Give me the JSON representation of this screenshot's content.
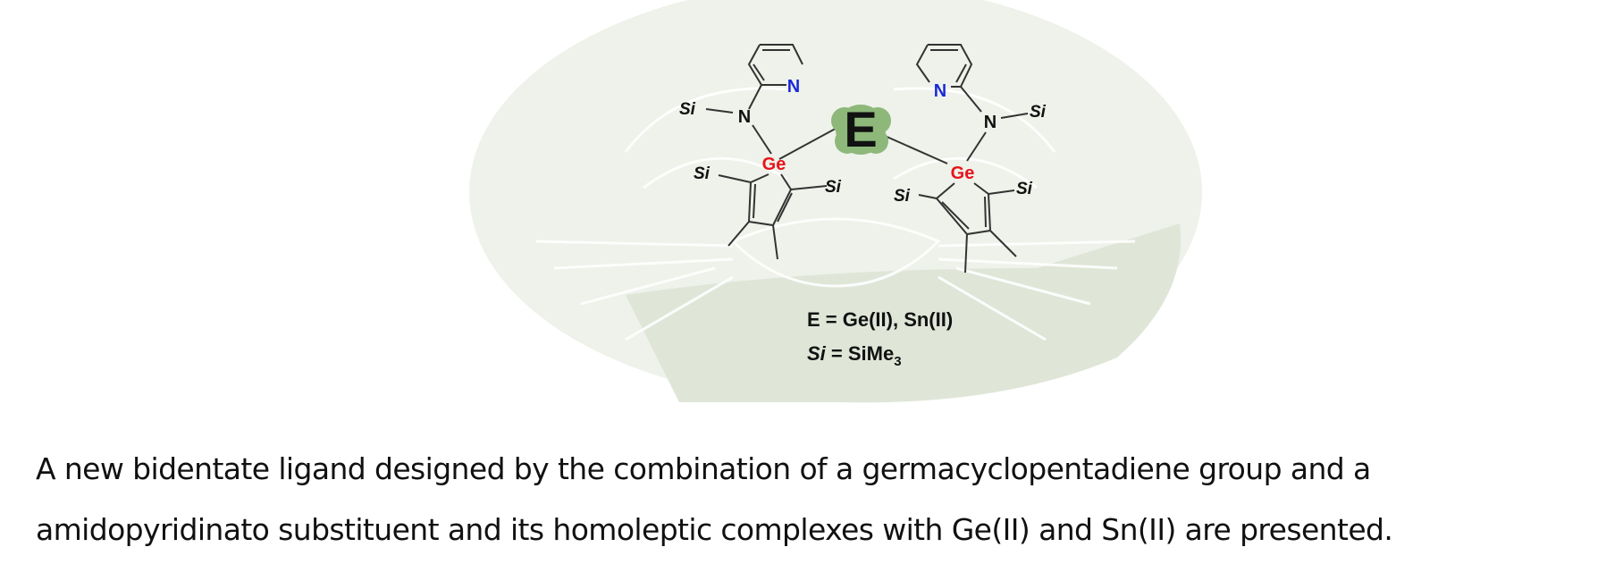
{
  "figure": {
    "atoms": {
      "si": "Si",
      "n": "N",
      "ge": "Ge",
      "e": "E"
    },
    "legend": {
      "line1": "E = Ge(II), Sn(II)",
      "line2_label": "Si",
      "line2_rest": " = SiMe",
      "line2_sub": "3"
    },
    "colors": {
      "background_ellipse": "#eef2ea",
      "shadow": "#dfe6d8",
      "ge": "#e8141c",
      "n_pyridine": "#1a2ad8",
      "e_cloud": "#8db87a"
    }
  },
  "caption": {
    "line1": "A new bidentate ligand designed by the combination of a germacyclopentadiene group and a",
    "line2": "amidopyridinato substituent and its homoleptic complexes with Ge(II) and Sn(II) are presented."
  }
}
